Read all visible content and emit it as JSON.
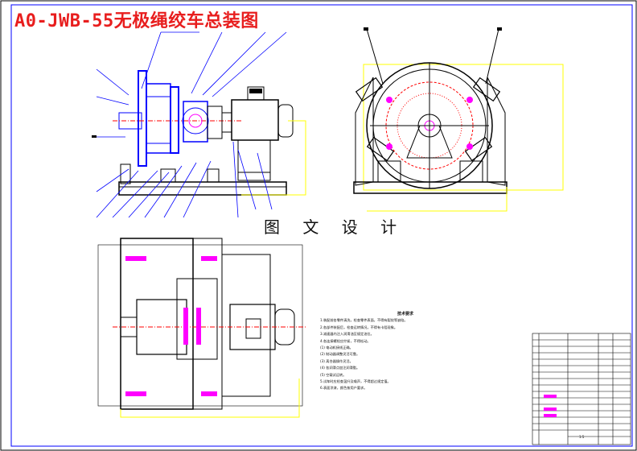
{
  "drawing": {
    "title": "A0-JWB-55无极绳绞车总装图",
    "watermark": "图 文 设 计",
    "notes_heading": "技术要求",
    "notes": [
      "1.装配前各零件清洗，检查零件表面，不得有裂纹等缺陷。",
      "2.各部件装配后，检查运转情况，不得有卡阻现象。",
      "3.减速器内注入润滑油至规定油位。",
      "4.各连接螺栓应拧紧，不得松动。",
      "(1) 电动机接线正确。",
      "(2) 制动器调整灵活可靠。",
      "(3) 离合器操作灵活。",
      "(4) 各润滑点加注润滑脂。",
      "(5) 空载试运转。",
      "5.试车时应检查温升及噪声，不得超过规定值。",
      "6.表面涂漆，颜色按用户要求。"
    ],
    "title_block_code": "1:5"
  },
  "colors": {
    "border": "#0000ff",
    "title": "#e81e1e",
    "part": "#0000ff",
    "center": "#ff0000",
    "hatch": "#ff00ff",
    "dim": "#ffff00",
    "line": "#000000"
  },
  "icons": {
    "gear_hub": "gear-icon",
    "drum": "drum-icon",
    "motor": "motor-icon"
  }
}
